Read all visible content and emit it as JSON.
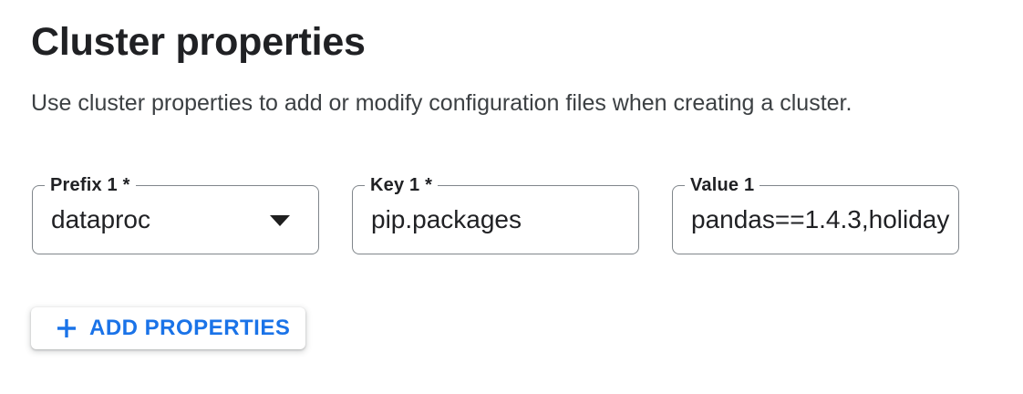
{
  "page": {
    "title": "Cluster properties",
    "description": "Use cluster properties to add or modify configuration files when creating a cluster."
  },
  "fields": {
    "prefix": {
      "label": "Prefix 1 *",
      "value": "dataproc"
    },
    "key": {
      "label": "Key 1 *",
      "value": "pip.packages"
    },
    "value": {
      "label": "Value 1",
      "value": "pandas==1.4.3,holiday"
    }
  },
  "buttons": {
    "add_properties": "ADD PROPERTIES"
  },
  "icons": {
    "dropdown_arrow": "caret-down",
    "plus": "plus"
  },
  "colors": {
    "accent_blue": "#1a73e8",
    "text_primary": "#202124",
    "text_secondary": "#3c4043",
    "field_border": "#80868b",
    "background": "#ffffff"
  }
}
